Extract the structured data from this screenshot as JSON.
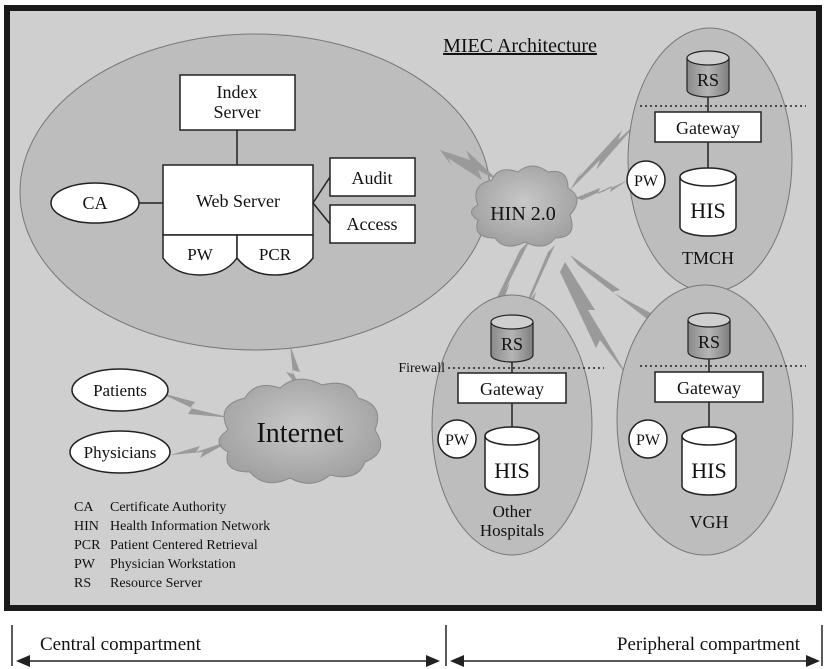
{
  "title": "MIEC Architecture",
  "central": {
    "index_server": [
      "Index",
      "Server"
    ],
    "web_server": "Web Server",
    "audit": "Audit",
    "access": "Access",
    "ca": "CA",
    "pw": "PW",
    "pcr": "PCR"
  },
  "hin": "HIN 2.0",
  "internet": "Internet",
  "patients": "Patients",
  "physicians": "Physicians",
  "firewall_label": "Firewall",
  "hospitals": {
    "tmch": {
      "name": "TMCH",
      "rs": "RS",
      "gateway": "Gateway",
      "pw": "PW",
      "his": "HIS"
    },
    "other": {
      "name_line1": "Other",
      "name_line2": "Hospitals",
      "rs": "RS",
      "gateway": "Gateway",
      "pw": "PW",
      "his": "HIS"
    },
    "vgh": {
      "name": "VGH",
      "rs": "RS",
      "gateway": "Gateway",
      "pw": "PW",
      "his": "HIS"
    }
  },
  "legend": [
    {
      "abbr": "CA",
      "text": "Certificate Authority"
    },
    {
      "abbr": "HIN",
      "text": "Health Information Network"
    },
    {
      "abbr": "PCR",
      "text": "Patient Centered Retrieval"
    },
    {
      "abbr": "PW",
      "text": "Physician Workstation"
    },
    {
      "abbr": "RS",
      "text": "Resource Server"
    }
  ],
  "compartments": {
    "central": "Central compartment",
    "peripheral": "Peripheral compartment"
  },
  "colors": {
    "frame": "#1a1a1a",
    "panel": "#cfcfcf",
    "ellipse": "#bdbdbd",
    "cloud": "#a9a9a9",
    "box": "#ffffff",
    "lightning": "#9a9a9a"
  }
}
